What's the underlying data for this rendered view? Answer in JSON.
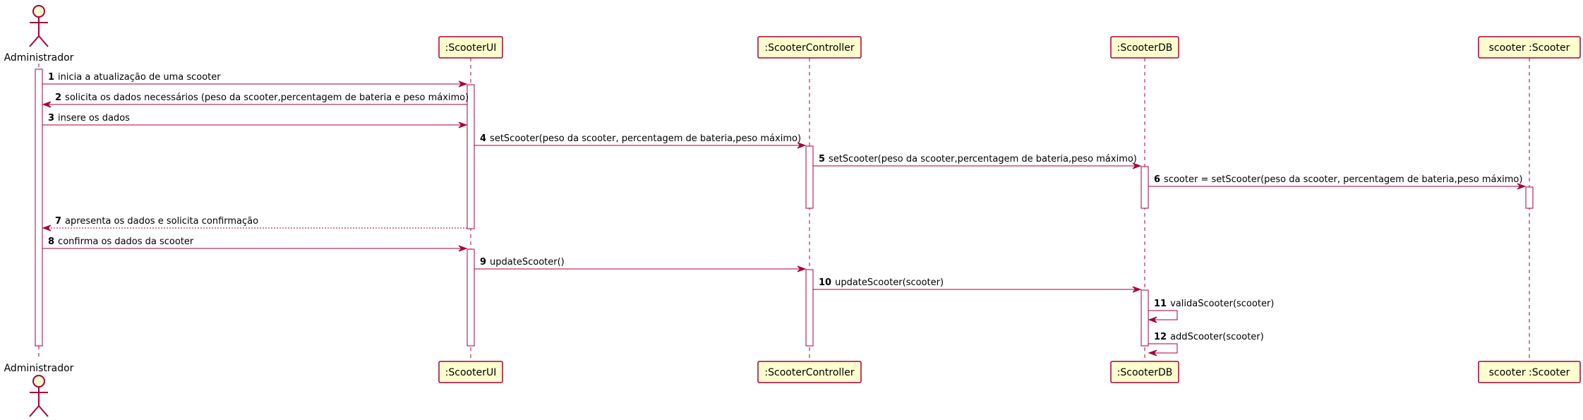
{
  "participants": {
    "actor": {
      "name": "Administrador"
    },
    "ui": {
      "name": ":ScooterUI"
    },
    "controller": {
      "name": ":ScooterController"
    },
    "db": {
      "name": ":ScooterDB"
    },
    "scooter": {
      "name": "scooter :Scooter"
    }
  },
  "messages": [
    {
      "num": "1",
      "text": "inicia a atualização de uma scooter"
    },
    {
      "num": "2",
      "text": "solicita os dados necessários (peso da scooter,percentagem de bateria e peso máximo)"
    },
    {
      "num": "3",
      "text": "insere os dados"
    },
    {
      "num": "4",
      "text": "setScooter(peso da scooter, percentagem de bateria,peso máximo)"
    },
    {
      "num": "5",
      "text": "setScooter(peso da scooter,percentagem de bateria,peso máximo)"
    },
    {
      "num": "6",
      "text": "scooter = setScooter(peso da scooter, percentagem de bateria,peso máximo)"
    },
    {
      "num": "7",
      "text": "apresenta os dados e solicita confirmação"
    },
    {
      "num": "8",
      "text": "confirma os dados da scooter"
    },
    {
      "num": "9",
      "text": "updateScooter()"
    },
    {
      "num": "10",
      "text": "updateScooter(scooter)"
    },
    {
      "num": "11",
      "text": "validaScooter(scooter)"
    },
    {
      "num": "12",
      "text": "addScooter(scooter)"
    }
  ],
  "colors": {
    "line": "#A80036",
    "box_fill": "#FEFECE",
    "activation_fill": "#FFFFFF"
  }
}
